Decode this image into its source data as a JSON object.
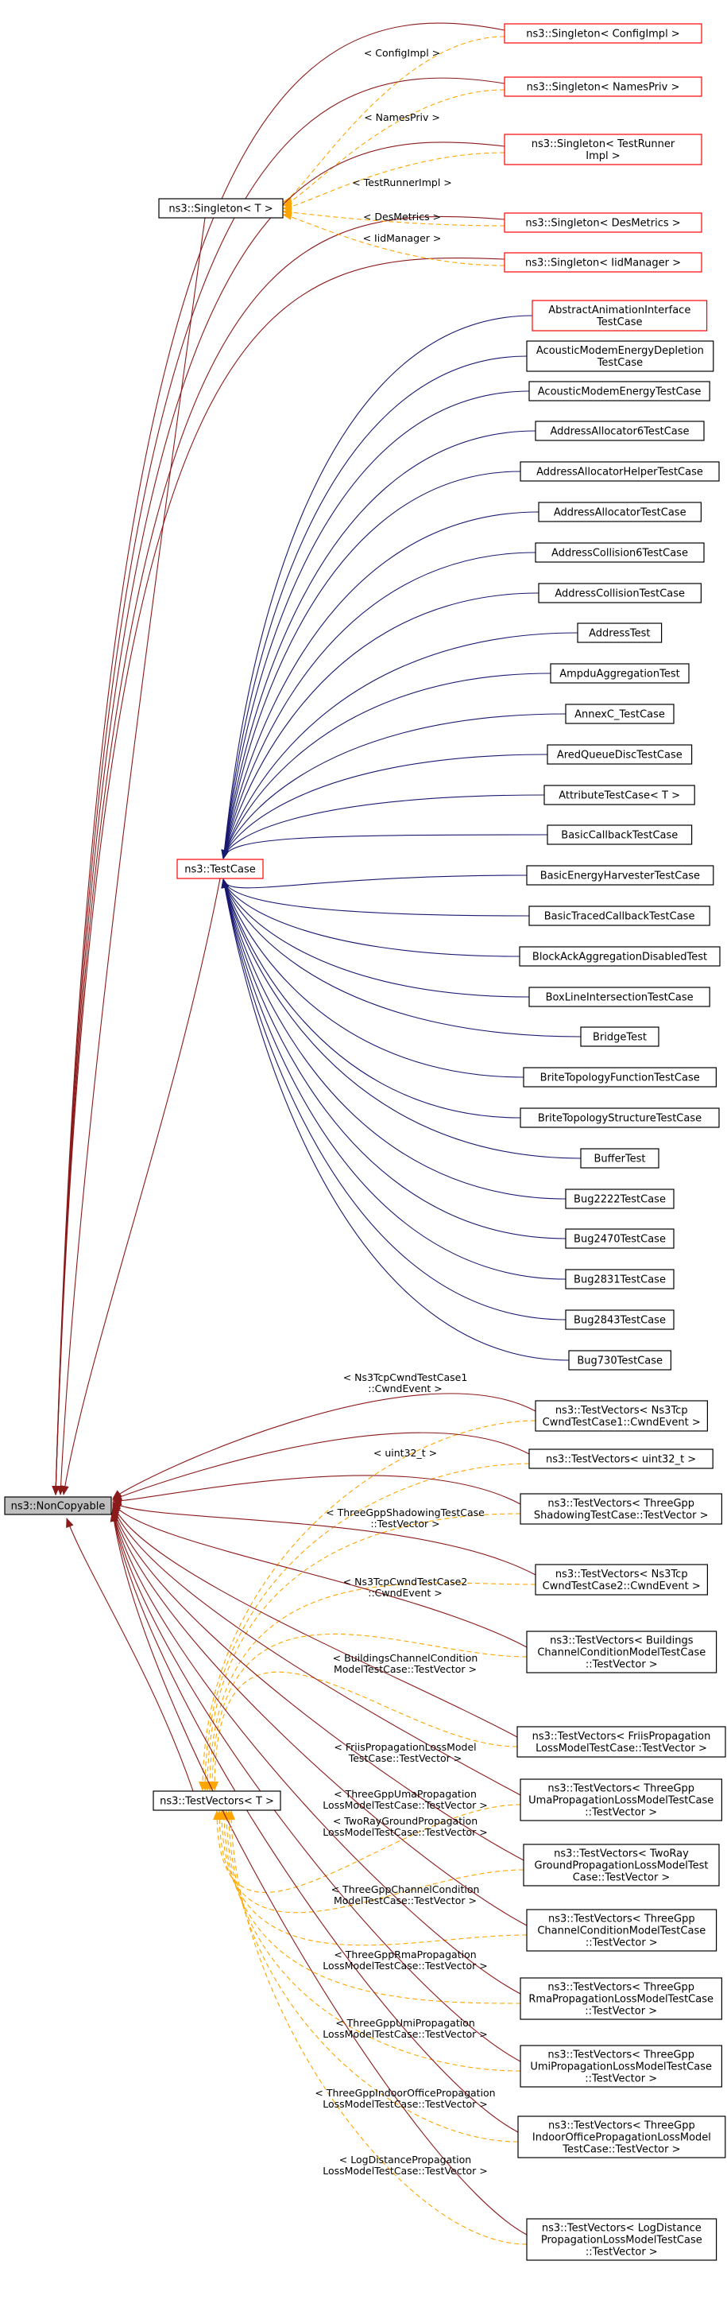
{
  "colors": {
    "inherit_edge": "#191970",
    "noncopyable_edge": "#8b1a1a",
    "template_edge": "#ffa500",
    "node_border": "#000000",
    "node_border_undocumented": "#ff0000",
    "root_fill": "#bfbfbf",
    "node_fill": "#ffffff"
  },
  "root": {
    "label": "ns3::NonCopyable"
  },
  "templates": {
    "singleton": "ns3::Singleton< T >",
    "testvectors": "ns3::TestVectors< T >"
  },
  "testcase": {
    "label": "ns3::TestCase"
  },
  "singleton_instances": [
    {
      "lines": [
        "ns3::Singleton< ConfigImpl >"
      ],
      "edge": [
        "< ConfigImpl >"
      ]
    },
    {
      "lines": [
        "ns3::Singleton< NamesPriv >"
      ],
      "edge": [
        "< NamesPriv >"
      ]
    },
    {
      "lines": [
        "ns3::Singleton< TestRunner",
        "Impl >"
      ],
      "edge": [
        "< TestRunnerImpl >"
      ]
    },
    {
      "lines": [
        "ns3::Singleton< DesMetrics >"
      ],
      "edge": [
        "< DesMetrics >"
      ]
    },
    {
      "lines": [
        "ns3::Singleton< IidManager >"
      ],
      "edge": [
        "< IidManager >"
      ]
    }
  ],
  "testcases": [
    {
      "lines": [
        "AbstractAnimationInterface",
        "TestCase"
      ],
      "undocumented": true
    },
    {
      "lines": [
        "AcousticModemEnergyDepletion",
        "TestCase"
      ]
    },
    {
      "lines": [
        "AcousticModemEnergyTestCase"
      ]
    },
    {
      "lines": [
        "AddressAllocator6TestCase"
      ]
    },
    {
      "lines": [
        "AddressAllocatorHelperTestCase"
      ]
    },
    {
      "lines": [
        "AddressAllocatorTestCase"
      ]
    },
    {
      "lines": [
        "AddressCollision6TestCase"
      ]
    },
    {
      "lines": [
        "AddressCollisionTestCase"
      ]
    },
    {
      "lines": [
        "AddressTest"
      ]
    },
    {
      "lines": [
        "AmpduAggregationTest"
      ]
    },
    {
      "lines": [
        "AnnexC_TestCase"
      ]
    },
    {
      "lines": [
        "AredQueueDiscTestCase"
      ]
    },
    {
      "lines": [
        "AttributeTestCase< T >"
      ]
    },
    {
      "lines": [
        "BasicCallbackTestCase"
      ]
    },
    {
      "lines": [
        "BasicEnergyHarvesterTestCase"
      ]
    },
    {
      "lines": [
        "BasicTracedCallbackTestCase"
      ]
    },
    {
      "lines": [
        "BlockAckAggregationDisabledTest"
      ]
    },
    {
      "lines": [
        "BoxLineIntersectionTestCase"
      ]
    },
    {
      "lines": [
        "BridgeTest"
      ]
    },
    {
      "lines": [
        "BriteTopologyFunctionTestCase"
      ]
    },
    {
      "lines": [
        "BriteTopologyStructureTestCase"
      ]
    },
    {
      "lines": [
        "BufferTest"
      ]
    },
    {
      "lines": [
        "Bug2222TestCase"
      ]
    },
    {
      "lines": [
        "Bug2470TestCase"
      ]
    },
    {
      "lines": [
        "Bug2831TestCase"
      ]
    },
    {
      "lines": [
        "Bug2843TestCase"
      ]
    },
    {
      "lines": [
        "Bug730TestCase"
      ]
    }
  ],
  "testvector_instances": [
    {
      "lines": [
        "ns3::TestVectors< Ns3Tcp",
        "CwndTestCase1::CwndEvent >"
      ],
      "edge": [
        "< Ns3TcpCwndTestCase1",
        "::CwndEvent >"
      ]
    },
    {
      "lines": [
        "ns3::TestVectors< uint32_t >"
      ],
      "edge": [
        "< uint32_t >"
      ]
    },
    {
      "lines": [
        "ns3::TestVectors< ThreeGpp",
        "ShadowingTestCase::TestVector >"
      ],
      "edge": [
        "< ThreeGppShadowingTestCase",
        "::TestVector >"
      ]
    },
    {
      "lines": [
        "ns3::TestVectors< Ns3Tcp",
        "CwndTestCase2::CwndEvent >"
      ],
      "edge": [
        "< Ns3TcpCwndTestCase2",
        "::CwndEvent >"
      ]
    },
    {
      "lines": [
        "ns3::TestVectors< Buildings",
        "ChannelConditionModelTestCase",
        "::TestVector >"
      ],
      "edge": [
        "< BuildingsChannelCondition",
        "ModelTestCase::TestVector >"
      ]
    },
    {
      "lines": [
        "ns3::TestVectors< FriisPropagation",
        "LossModelTestCase::TestVector >"
      ],
      "edge": [
        "< FriisPropagationLossModel",
        "TestCase::TestVector >"
      ]
    },
    {
      "lines": [
        "ns3::TestVectors< ThreeGpp",
        "UmaPropagationLossModelTestCase",
        "::TestVector >"
      ],
      "edge": [
        "< ThreeGppUmaPropagation",
        "LossModelTestCase::TestVector >"
      ]
    },
    {
      "lines": [
        "ns3::TestVectors< TwoRay",
        "GroundPropagationLossModelTest",
        "Case::TestVector >"
      ],
      "edge": [
        "< TwoRayGroundPropagation",
        "LossModelTestCase::TestVector >"
      ]
    },
    {
      "lines": [
        "ns3::TestVectors< ThreeGpp",
        "ChannelConditionModelTestCase",
        "::TestVector >"
      ],
      "edge": [
        "< ThreeGppChannelCondition",
        "ModelTestCase::TestVector >"
      ]
    },
    {
      "lines": [
        "ns3::TestVectors< ThreeGpp",
        "RmaPropagationLossModelTestCase",
        "::TestVector >"
      ],
      "edge": [
        "< ThreeGppRmaPropagation",
        "LossModelTestCase::TestVector >"
      ]
    },
    {
      "lines": [
        "ns3::TestVectors< ThreeGpp",
        "UmiPropagationLossModelTestCase",
        "::TestVector >"
      ],
      "edge": [
        "< ThreeGppUmiPropagation",
        "LossModelTestCase::TestVector >"
      ]
    },
    {
      "lines": [
        "ns3::TestVectors< ThreeGpp",
        "IndoorOfficePropagationLossModel",
        "TestCase::TestVector >"
      ],
      "edge": [
        "< ThreeGppIndoorOfficePropagation",
        "LossModelTestCase::TestVector >"
      ]
    },
    {
      "lines": [
        "ns3::TestVectors< LogDistance",
        "PropagationLossModelTestCase",
        "::TestVector >"
      ],
      "edge": [
        "< LogDistancePropagation",
        "LossModelTestCase::TestVector >"
      ]
    }
  ]
}
